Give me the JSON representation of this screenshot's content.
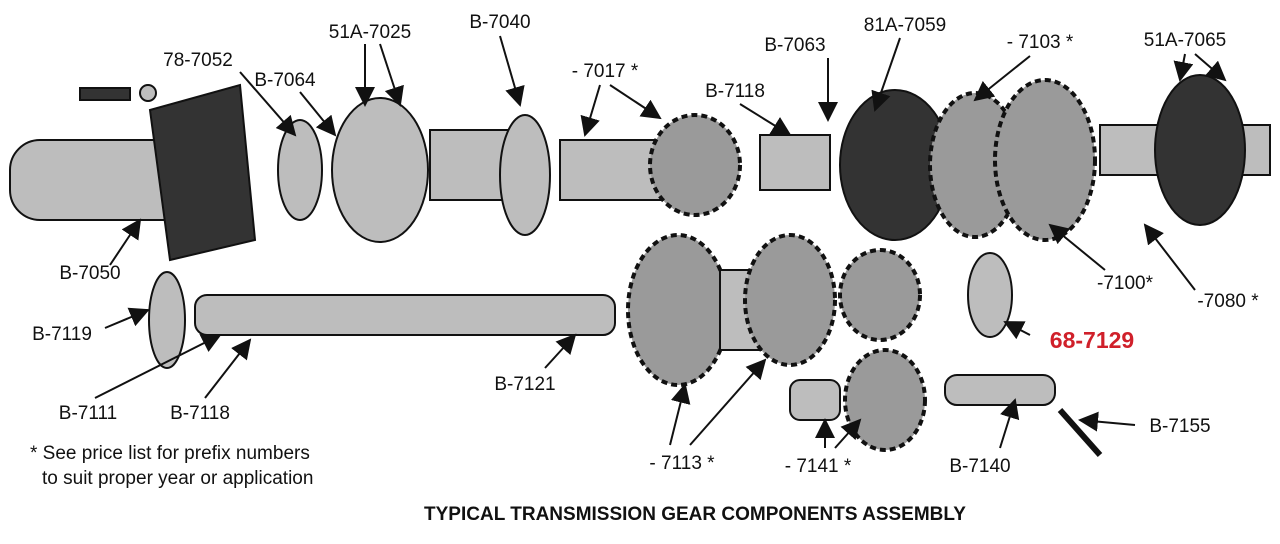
{
  "title": "TYPICAL TRANSMISSION GEAR COMPONENTS ASSEMBLY",
  "footnote": {
    "line1": "* See price list for prefix numbers",
    "line2": "to suit proper year or application"
  },
  "labels": {
    "p78_7052": "78-7052",
    "p51a_7025": "51A-7025",
    "pb_7040": "B-7040",
    "pb_7064": "B-7064",
    "p7017": "- 7017 *",
    "pb_7063": "B-7063",
    "p81a_7059": "81A-7059",
    "p7103": "- 7103 *",
    "p51a_7065": "51A-7065",
    "pb_7118_top": "B-7118",
    "pb_7050": "B-7050",
    "pb_7119": "B-7119",
    "pb_7111": "B-7111",
    "pb_7118_bottom": "B-7118",
    "pb_7121": "B-7121",
    "p7113": "- 7113 *",
    "p7141": "- 7141 *",
    "pb_7140": "B-7140",
    "pb_7155": "B-7155",
    "p7100": "-7100*",
    "p7080": "-7080 *",
    "p68_7129": "68-7129"
  },
  "colors": {
    "highlight": "#d0202a"
  }
}
